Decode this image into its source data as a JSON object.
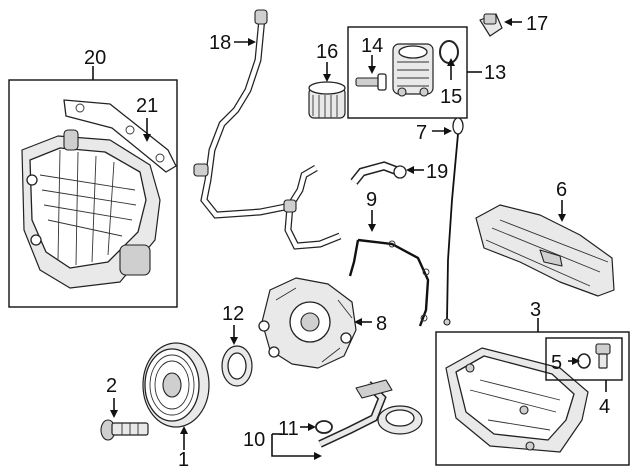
{
  "callouts": {
    "c1": "1",
    "c2": "2",
    "c3": "3",
    "c4": "4",
    "c5": "5",
    "c6": "6",
    "c7": "7",
    "c8": "8",
    "c9": "9",
    "c10": "10",
    "c11": "11",
    "c12": "12",
    "c13": "13",
    "c14": "14",
    "c15": "15",
    "c16": "16",
    "c17": "17",
    "c18": "18",
    "c19": "19",
    "c20": "20",
    "c21": "21"
  },
  "colors": {
    "ink": "#111111",
    "part_fill": "#ffffff",
    "shade": "#e9e9e9",
    "dark_shade": "#cfcfcf"
  }
}
